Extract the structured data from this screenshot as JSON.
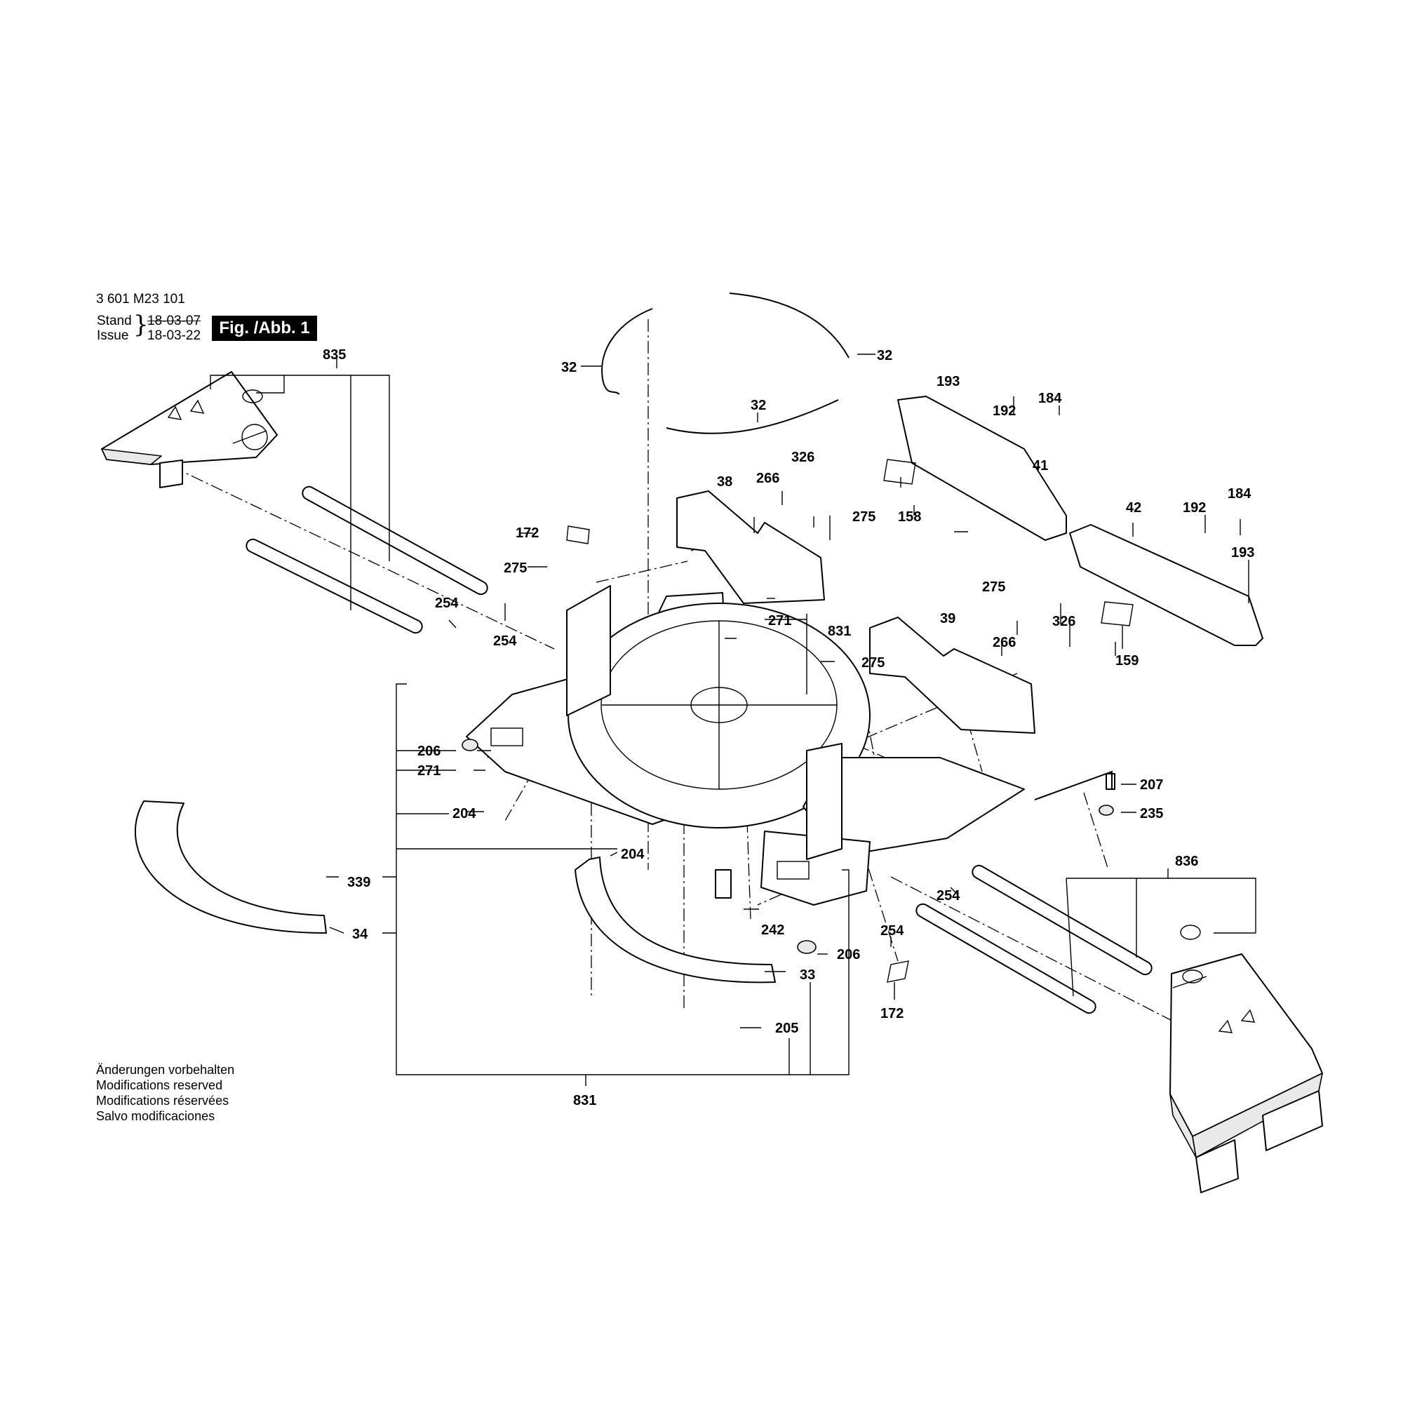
{
  "header": {
    "part_number": "3 601 M23 101",
    "stand_label": "Stand",
    "issue_label": "Issue",
    "old_date": "18-03-07",
    "new_date": "18-03-22",
    "figure_label": "Fig. /Abb. 1"
  },
  "notes": [
    "Änderungen vorbehalten",
    "Modifications reserved",
    "Modifications réservées",
    "Salvo modificaciones"
  ],
  "callouts": {
    "c835": "835",
    "c32a": "32",
    "c32b": "32",
    "c32c": "32",
    "c193a": "193",
    "c192a": "192",
    "c184a": "184",
    "c41": "41",
    "c158": "158",
    "c42": "42",
    "c192b": "192",
    "c184b": "184",
    "c193b": "193",
    "c159": "159",
    "c38": "38",
    "c266a": "266",
    "c326a": "326",
    "c275a": "275",
    "c172a": "172",
    "c275b": "275",
    "c254a": "254",
    "c254b": "254",
    "c271a": "271",
    "c831a": "831",
    "c275c": "275",
    "c275d": "275",
    "c39": "39",
    "c326b": "326",
    "c266b": "266",
    "c206a": "206",
    "c271b": "271",
    "c204a": "204",
    "c204b": "204",
    "c339": "339",
    "c34": "34",
    "c242": "242",
    "c206b": "206",
    "c33": "33",
    "c205": "205",
    "c831b": "831",
    "c207": "207",
    "c235": "235",
    "c836": "836",
    "c254c": "254",
    "c254d": "254",
    "c172b": "172"
  }
}
